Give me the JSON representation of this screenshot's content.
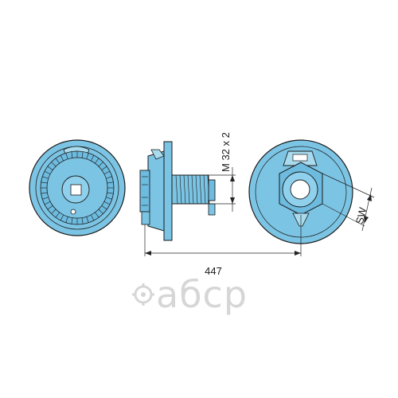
{
  "dimensions": {
    "thread": "M 32 x 2",
    "wrench_size": "SW",
    "length": "447"
  },
  "watermark": {
    "text": "aбcp"
  },
  "colors": {
    "part_fill": "#7cc4e4",
    "part_fill_dark": "#4fa6cf",
    "line": "#1a1a1a",
    "dimension_line": "#222222",
    "watermark": "#d6d6d6"
  }
}
